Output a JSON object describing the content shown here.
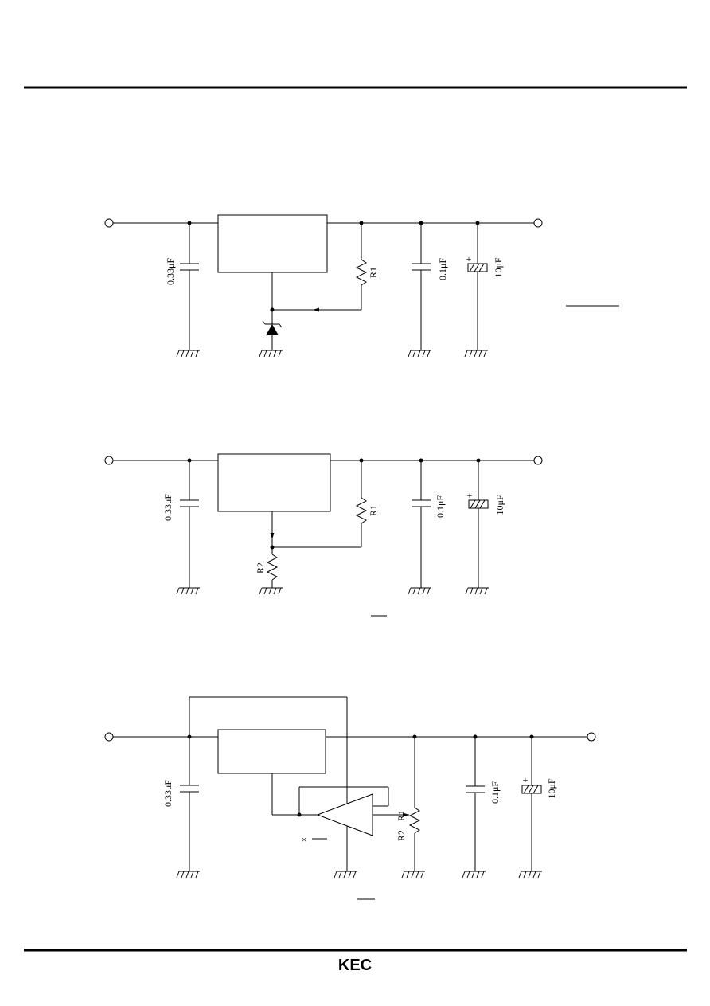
{
  "brand": {
    "logo_text": "KEC"
  },
  "circuits": [
    {
      "input_cap": "0.33μF",
      "resistor_1": "R1",
      "output_cap_1": "0.1μF",
      "output_cap_2": "10μF",
      "electrolytic_mark": "+"
    },
    {
      "input_cap": "0.33μF",
      "resistor_1": "R1",
      "resistor_2": "R2",
      "output_cap_1": "0.1μF",
      "output_cap_2": "10μF",
      "electrolytic_mark": "+"
    },
    {
      "input_cap": "0.33μF",
      "resistor_1": "R1",
      "resistor_2": "R2",
      "output_cap_1": "0.1μF",
      "output_cap_2": "10μF",
      "electrolytic_mark": "+",
      "multiply_mark": "×"
    }
  ]
}
